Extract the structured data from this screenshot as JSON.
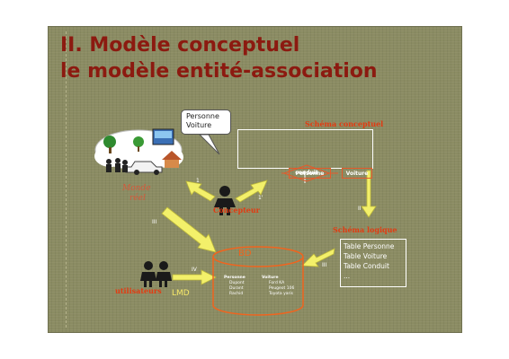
{
  "title": {
    "line1": "II. Modèle conceptuel",
    "line2": "le modèle entité-association"
  },
  "labels": {
    "monde_reel_1": "Monde",
    "monde_reel_2": "réel",
    "concepteur": "Concepteur",
    "utilisateurs": "utilisateurs",
    "lmd": "LMD",
    "bd": "BD",
    "schema_conceptuel": "Schéma conceptuel",
    "schema_logique": "Schéma logique"
  },
  "bubble": {
    "line1": "Personne",
    "line2": "Voiture"
  },
  "schema": {
    "entity1": "Personne",
    "relation": "conduit",
    "entity2": "Voiture"
  },
  "tables": [
    "Table Personne",
    "Table Voiture",
    "Table Conduit",
    "..."
  ],
  "bd_content": {
    "col1_header": "Personne",
    "col1_rows": [
      "Dupont",
      "Durant",
      "Rachid"
    ],
    "col2_header": "Voiture",
    "col2_rows": [
      "Ford KA",
      "Peugeot 106",
      "Toyota yaris"
    ]
  },
  "arrow_marks": {
    "a1": "1",
    "a2": "1'",
    "a3": "II",
    "a4": "III",
    "a5": "IV",
    "a6": "III"
  },
  "colors": {
    "slide_bg": "#8b8c63",
    "title": "#8c1a10",
    "accent_red": "#e23b12",
    "arrow_fill": "#f3f06a",
    "bd_stroke": "#f0641e"
  }
}
